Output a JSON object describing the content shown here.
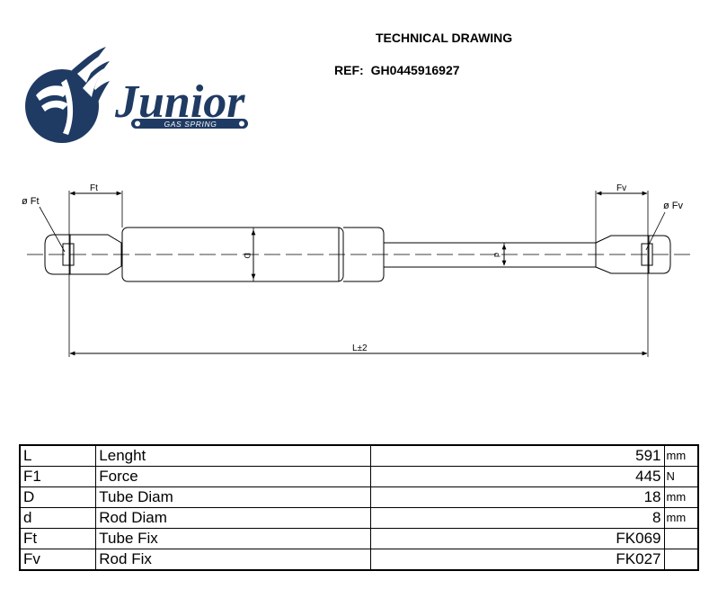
{
  "header": {
    "title": "TECHNICAL DRAWING",
    "ref_label": "REF:",
    "ref_value": "GH0445916927"
  },
  "logo": {
    "brand": "Junior",
    "tagline": "GAS SPRING",
    "color": "#1f3b63"
  },
  "drawing": {
    "label_phi_ft": "ø Ft",
    "label_ft": "Ft",
    "label_fv": "Fv",
    "label_phi_fv": "ø Fv",
    "label_tube": "D",
    "label_rod": "d",
    "label_length": "L±2"
  },
  "specs": [
    {
      "code": "L",
      "name": "Lenght",
      "value": "591",
      "unit": "mm"
    },
    {
      "code": "F1",
      "name": "Force",
      "value": "445",
      "unit": "N"
    },
    {
      "code": "D",
      "name": "Tube Diam",
      "value": "18",
      "unit": "mm"
    },
    {
      "code": "d",
      "name": "Rod Diam",
      "value": "8",
      "unit": "mm"
    },
    {
      "code": "Ft",
      "name": "Tube Fix",
      "value": "FK069",
      "unit": ""
    },
    {
      "code": "Fv",
      "name": "Rod Fix",
      "value": "FK027",
      "unit": ""
    }
  ]
}
